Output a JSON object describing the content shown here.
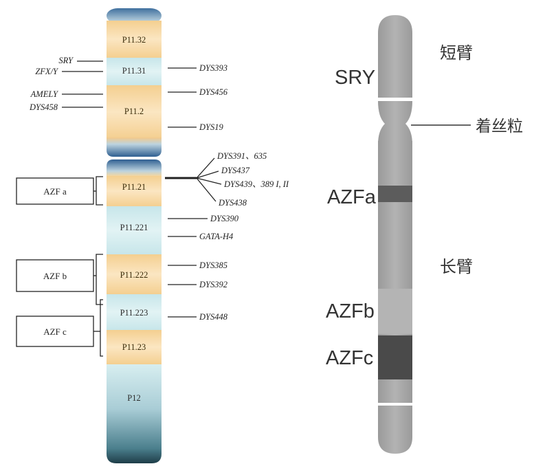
{
  "left_diagram": {
    "bands": [
      {
        "label": "P11.32",
        "tone": "orange"
      },
      {
        "label": "P11.31",
        "tone": "blue"
      },
      {
        "label": "P11.2",
        "tone": "orange"
      },
      {
        "label": "P11.21",
        "tone": "orange"
      },
      {
        "label": "P11.221",
        "tone": "blue"
      },
      {
        "label": "P11.222",
        "tone": "orange"
      },
      {
        "label": "P11.223",
        "tone": "blue"
      },
      {
        "label": "P11.23",
        "tone": "orange"
      },
      {
        "label": "P12",
        "tone": "blue"
      }
    ],
    "left_markers": [
      "SRY",
      "ZFX/Y",
      "AMELY",
      "DYS458"
    ],
    "right_markers": [
      "DYS393",
      "DYS456",
      "DYS19",
      "DYS391、635",
      "DYS437",
      "DYS439、389 I, II",
      "DYS438",
      "DYS390",
      "GATA-H4",
      "DYS385",
      "DYS392",
      "DYS448"
    ],
    "regions": [
      "AZF a",
      "AZF b",
      "AZF c"
    ]
  },
  "right_diagram": {
    "labels": {
      "short_arm": "短臂",
      "centromere": "着丝粒",
      "long_arm": "长臂",
      "sry": "SRY",
      "azfa": "AZFa",
      "azfb": "AZFb",
      "azfc": "AZFc"
    }
  },
  "colors": {
    "orange_band": "#f7d8a0",
    "blue_band": "#d6eef0",
    "chromosome_gray": "#a7a7a7",
    "azfa_band": "#5c5c5c",
    "azfb_band": "#b4b4b4",
    "azfc_band": "#4a4a4a"
  }
}
